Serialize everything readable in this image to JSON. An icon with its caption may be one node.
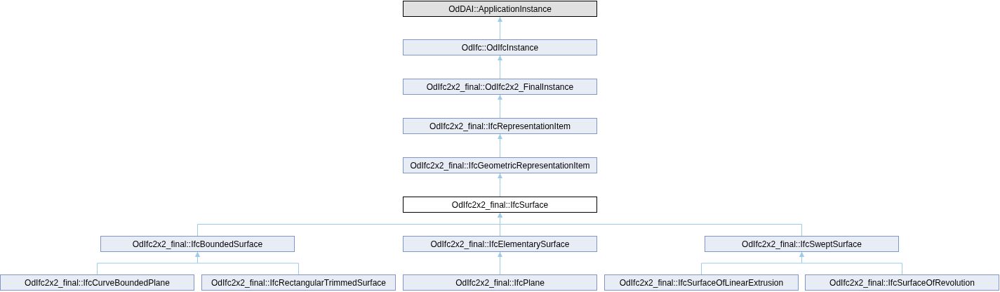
{
  "diagram": {
    "nodes": [
      {
        "text": [
          "OdDAI::ApplicationInstance"
        ]
      },
      {
        "text": [
          "OdIfc::OdIfcInstance"
        ]
      },
      {
        "text": [
          "OdIfc2x2_final::OdIfc2x2_FinalInstance"
        ]
      },
      {
        "text": [
          "OdIfc2x2_final::IfcRepresentationItem"
        ]
      },
      {
        "text": [
          "OdIfc2x2_final::IfcGeometricRepresentationItem"
        ]
      },
      {
        "text": [
          "OdIfc2x2_final::IfcSurface"
        ]
      },
      {
        "text": [
          "OdIfc2x2_final::IfcBoundedSurface"
        ]
      },
      {
        "text": [
          "OdIfc2x2_final::IfcElementarySurface"
        ]
      },
      {
        "text": [
          "OdIfc2x2_final::IfcSweptSurface"
        ]
      },
      {
        "text": [
          "OdIfc2x2_final::IfcCurveBoundedPlane"
        ]
      },
      {
        "text": [
          "OdIfc2x2_final::IfcRectangularTrimmedSurface"
        ]
      },
      {
        "text": [
          "OdIfc2x2_final::IfcPlane"
        ]
      },
      {
        "text": [
          "OdIfc2x2_final::IfcSurfaceOfLinearExtrusion"
        ]
      },
      {
        "text": [
          "OdIfc2x2_final::IfcSurfaceOfRevolution"
        ]
      }
    ],
    "edges": [
      {
        "from": 1,
        "to": 0,
        "arrow": "to"
      },
      {
        "from": 2,
        "to": 1,
        "arrow": "to"
      },
      {
        "from": 3,
        "to": 2,
        "arrow": "to"
      },
      {
        "from": 4,
        "to": 3,
        "arrow": "to"
      },
      {
        "from": 5,
        "to": 4,
        "arrow": "to"
      },
      {
        "from": 6,
        "to": 5,
        "arrow": "to"
      },
      {
        "from": 7,
        "to": 5,
        "arrow": "to"
      },
      {
        "from": 8,
        "to": 5,
        "arrow": "to"
      },
      {
        "from": 9,
        "to": 6,
        "arrow": "to"
      },
      {
        "from": 10,
        "to": 6,
        "arrow": "to"
      },
      {
        "from": 11,
        "to": 7,
        "arrow": "to"
      },
      {
        "from": 12,
        "to": 8,
        "arrow": "to"
      },
      {
        "from": 13,
        "to": 8,
        "arrow": "to"
      }
    ]
  }
}
